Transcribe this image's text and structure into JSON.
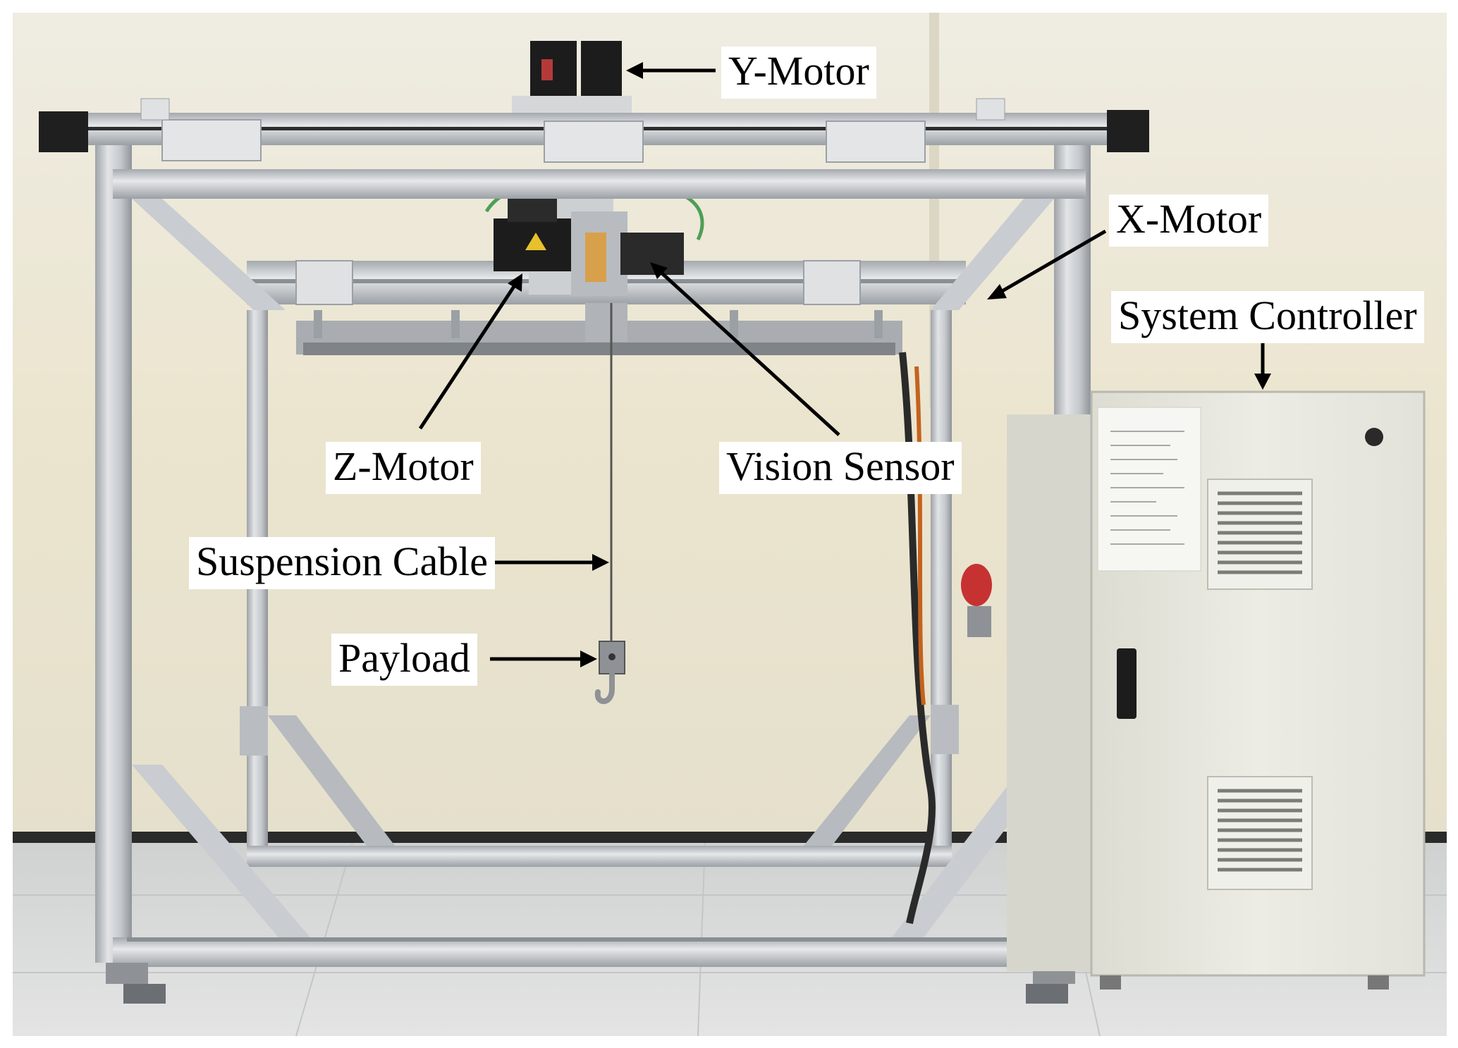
{
  "labels": {
    "y_motor": "Y-Motor",
    "x_motor": "X-Motor",
    "system_controller": "System Controller",
    "z_motor": "Z-Motor",
    "vision_sensor": "Vision Sensor",
    "suspension_cable": "Suspension Cable",
    "payload": "Payload"
  },
  "colors": {
    "wall": "#ebe6d4",
    "floor": "#d9d9d9",
    "frame": "#c5c8cb",
    "cabinet": "#e6e6dc",
    "motor": "#1c1c1c"
  }
}
